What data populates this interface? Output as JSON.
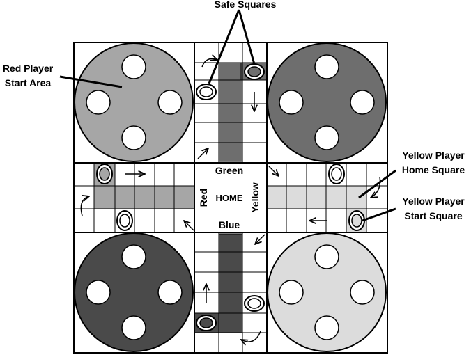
{
  "labels": {
    "safe_squares": "Safe Squares",
    "red_start_area_line1": "Red Player",
    "red_start_area_line2": "Start Area",
    "yellow_home_square_line1": "Yellow Player",
    "yellow_home_square_line2": "Home Square",
    "yellow_start_square_line1": "Yellow Player",
    "yellow_start_square_line2": "Start Square"
  },
  "center": {
    "home": "HOME",
    "green": "Green",
    "blue": "Blue",
    "red": "Red",
    "yellow": "Yellow"
  },
  "colors": {
    "red": "#a6a6a6",
    "green": "#6e6e6e",
    "yellow": "#dcdcdc",
    "blue": "#4a4a4a",
    "outline": "#000000",
    "background": "#ffffff"
  }
}
